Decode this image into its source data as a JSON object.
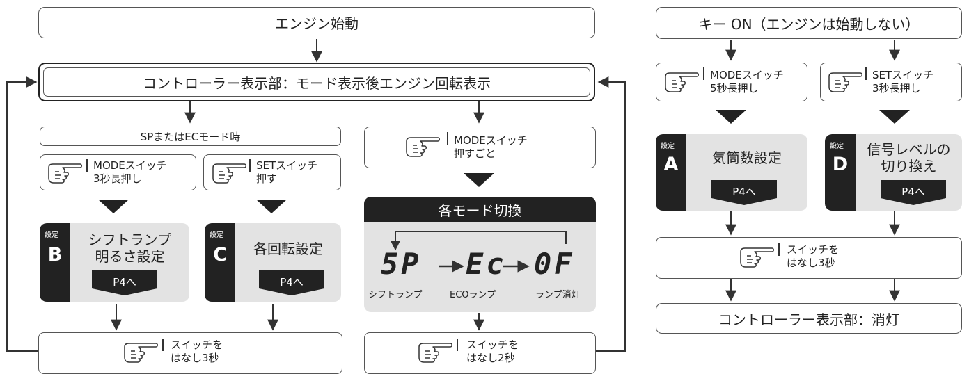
{
  "engine_start": "エンジン始動",
  "controller_mode_display": "コントローラー表示部：モード表示後エンジン回転表示",
  "sp_ec_mode": "SPまたはECモード時",
  "key_on": "キー ON（エンジンは始動しない）",
  "controller_off": "コントローラー表示部：消灯",
  "switch_actions": {
    "mode_3s": [
      "MODEスイッチ",
      "3秒長押し"
    ],
    "set_press": [
      "SETスイッチ",
      "押す"
    ],
    "mode_each": [
      "MODEスイッチ",
      "押すごと"
    ],
    "mode_5s": [
      "MODEスイッチ",
      "5秒長押し"
    ],
    "set_3s": [
      "SETスイッチ",
      "3秒長押し"
    ],
    "release_3s_a": [
      "スイッチを",
      "はなし3秒"
    ],
    "release_2s": [
      "スイッチを",
      "はなし2秒"
    ],
    "release_3s_b": [
      "スイッチを",
      "はなし3秒"
    ]
  },
  "settings": {
    "tag": "設定",
    "page_ref": "P4へ",
    "B": {
      "letter": "B",
      "title": [
        "シフトランプ",
        "明るさ設定"
      ]
    },
    "C": {
      "letter": "C",
      "title": "各回転設定"
    },
    "A": {
      "letter": "A",
      "title": "気筒数設定"
    },
    "D": {
      "letter": "D",
      "title": [
        "信号レベルの",
        "切り換え"
      ]
    }
  },
  "mode_switch": {
    "title": "各モード切換",
    "seq": [
      "5P",
      "Ec",
      "0F"
    ],
    "labels": [
      "シフトランプ",
      "ECOランプ",
      "ランプ消灯"
    ]
  },
  "colors": {
    "dark": "#222222",
    "panel": "#e3e3e3",
    "line": "#333333"
  },
  "icons": [
    "pointing-hand-icon",
    "down-triangle-icon",
    "arrow-right-icon"
  ]
}
